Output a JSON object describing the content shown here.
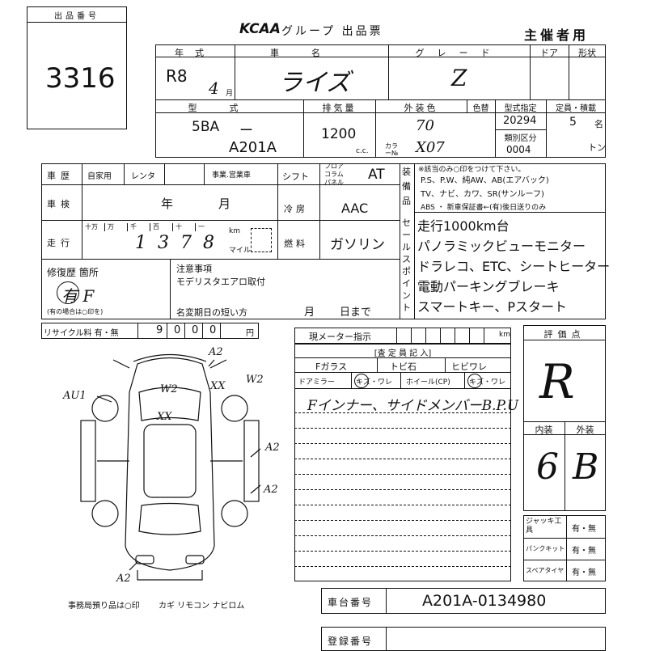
{
  "lot": {
    "label": "出品番号",
    "number": "3316"
  },
  "header": {
    "logo": "KCAA",
    "title": "グループ 出品票",
    "organizer": "主催者用"
  },
  "row1": {
    "year_label": "年式",
    "year_era": "R8",
    "year_month": "4",
    "month_unit": "月",
    "name_label": "車名",
    "name": "ライズ",
    "grade_label": "グレード",
    "grade": "Z",
    "door_label": "ドア",
    "shape_label": "形状"
  },
  "row2": {
    "type_label": "型式",
    "type_prefix": "5BA",
    "type_dash": "ー",
    "type_model": "A201A",
    "displacement_label": "排気量",
    "displacement": "1200",
    "cc_unit": "c.c.",
    "exterior_label": "外装色",
    "exterior_color": "70",
    "color_label": "色替",
    "color_no_label": "カラー№",
    "color_no": "X07",
    "designation_label": "型式指定",
    "designation": "20294",
    "category_label": "類別区分",
    "category": "0004",
    "capacity_label": "定員・積載",
    "capacity": "5",
    "capacity_unit": "名",
    "load_unit": "トン"
  },
  "history": {
    "label": "車歴",
    "opt1": "自家用",
    "opt2": "レンタ",
    "opt3": "事業.営業車",
    "inspection_label": "車検",
    "inspection_year": "年",
    "inspection_month": "月",
    "mileage_label": "走行",
    "mileage_units": [
      "十万",
      "万",
      "千",
      "百",
      "十",
      "一"
    ],
    "mileage_digits": [
      "1",
      "3",
      "7",
      "8"
    ],
    "km": "km",
    "mile": "マイル"
  },
  "specs": {
    "shift_label": "シフト",
    "shift_opts": [
      "フロア",
      "コラム",
      "パネル"
    ],
    "shift": "AT",
    "ac_label": "冷房",
    "ac": "AAC",
    "fuel_label": "燃料",
    "fuel": "ガソリン"
  },
  "equipment": {
    "label": "装備品",
    "note": "※該当のみ○印をつけて下さい。",
    "line1": "P.S、P.W、純AW、AB(エアバック)",
    "line2": "TV、ナビ、カワ、SR(サンルーフ)",
    "line3": "ABS ・ 新車保証書←(有)後日送りのみ"
  },
  "sales": {
    "label": "セールスポイント",
    "points": [
      "走行1000km台",
      "パノラミックビューモニター",
      "ドラレコ、ETC、シートヒーター",
      "電動パーキングブレーキ",
      "スマートキー、Pスタート"
    ]
  },
  "repair": {
    "label": "修復歴 箇所",
    "value": "有 F",
    "note": "(有の場合は○印を)"
  },
  "notes": {
    "label": "注意事項",
    "text": "モデリスタエアロ取付",
    "short_label": "名変期日の短い方",
    "month": "月",
    "day": "日まで"
  },
  "recycle": {
    "label": "リサイクル料 有・無",
    "digits": [
      "9",
      "0",
      "0",
      "0"
    ],
    "yen": "円"
  },
  "meter": {
    "label": "現メーター指示",
    "km": "km"
  },
  "inspector": {
    "title": "[査 定 員 記 入]",
    "glass": "Fガラス",
    "chip": "トビ石",
    "crack": "ヒビワレ",
    "mirror": "ドアミラー",
    "mirror_opt": "キズ・ワレ",
    "wheel": "ホイール(CP)",
    "wheel_opt": "キズ・ワレ",
    "memo": "Fインナー、サイドメンバーB.P.U"
  },
  "score": {
    "label": "評価点",
    "value": "R",
    "interior_label": "内装",
    "exterior_label": "外装",
    "interior": "6",
    "exterior": "B"
  },
  "tools": {
    "jack_label": "ジャッキ工具",
    "jack": "有・無",
    "puncture_label": "パンクキット",
    "puncture": "有・無",
    "spare_label": "スペアタイヤ",
    "spare": "有・無"
  },
  "diagram": {
    "marks": [
      "A2",
      "W2",
      "XX",
      "W2",
      "AU1",
      "XX",
      "A2",
      "A2",
      "A2"
    ]
  },
  "footer": {
    "office": "事務局預り品は○印",
    "items": "カギ リモコン ナビロム",
    "chassis_label": "車台番号",
    "chassis": "A201A-0134980",
    "reg_label": "登録番号"
  }
}
